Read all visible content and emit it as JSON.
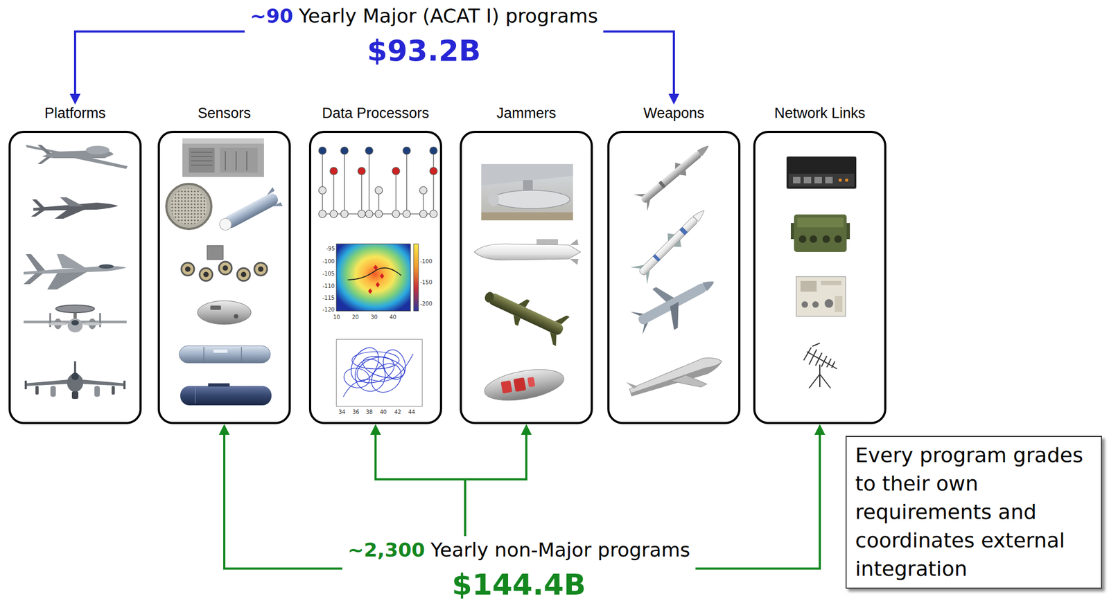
{
  "diagram": {
    "nodes": [
      {
        "text": [
          "~90",
          "Yearly Major (ACAT I) programs",
          "$93.2B"
        ]
      },
      {
        "text": [
          "Platforms"
        ]
      },
      {
        "text": [
          "Sensors"
        ]
      },
      {
        "text": [
          "Data Processors"
        ]
      },
      {
        "text": [
          "Jammers"
        ]
      },
      {
        "text": [
          "Weapons"
        ]
      },
      {
        "text": [
          "Network Links"
        ]
      },
      {
        "text": [
          "~2,300",
          "Yearly non-Major programs",
          "$144.4B"
        ]
      },
      {
        "text": [
          "Every program grades to their own requirements and coordinates external integration"
        ]
      }
    ],
    "edges": [
      {
        "from": 0,
        "to": 1,
        "arrow": "to"
      },
      {
        "from": 0,
        "to": 5,
        "arrow": "to"
      },
      {
        "from": 7,
        "to": 2,
        "arrow": "to"
      },
      {
        "from": 7,
        "to": 3,
        "arrow": "to"
      },
      {
        "from": 7,
        "to": 4,
        "arrow": "to"
      },
      {
        "from": 7,
        "to": 6,
        "arrow": "to"
      }
    ],
    "labels": [
      "-95",
      "-100",
      "-105",
      "-110",
      "-115",
      "-120",
      "10",
      "20",
      "30",
      "40",
      "-100",
      "-150",
      "-200",
      "34",
      "36",
      "38",
      "40",
      "42",
      "44"
    ]
  }
}
